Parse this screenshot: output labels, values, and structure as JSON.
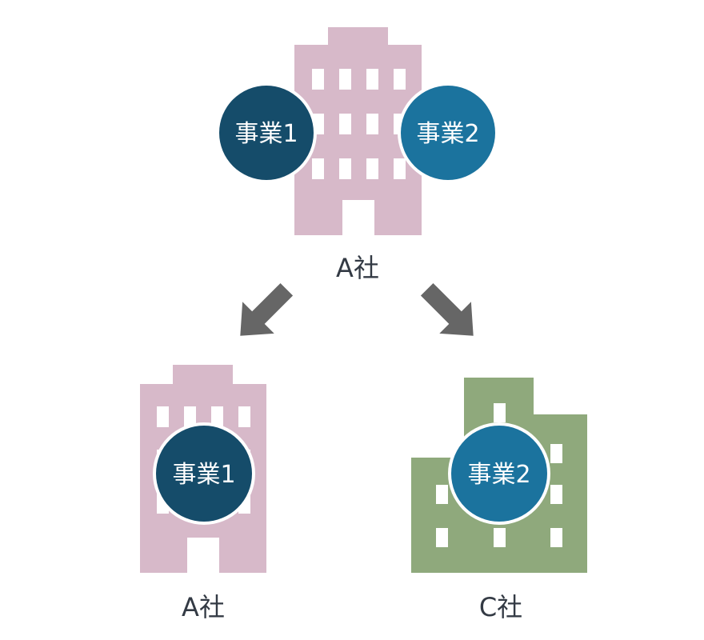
{
  "colors": {
    "pink_building": "#d7b9c9",
    "green_building": "#8fa97c",
    "biz1_circle": "#154c6a",
    "biz2_circle": "#1b739e",
    "arrow": "#666666",
    "window": "#ffffff",
    "label_text": "#333a44"
  },
  "top": {
    "company": "A社",
    "biz1": "事業1",
    "biz2": "事業2"
  },
  "bottom_left": {
    "company": "A社",
    "biz": "事業1"
  },
  "bottom_right": {
    "company": "C社",
    "biz": "事業2"
  }
}
